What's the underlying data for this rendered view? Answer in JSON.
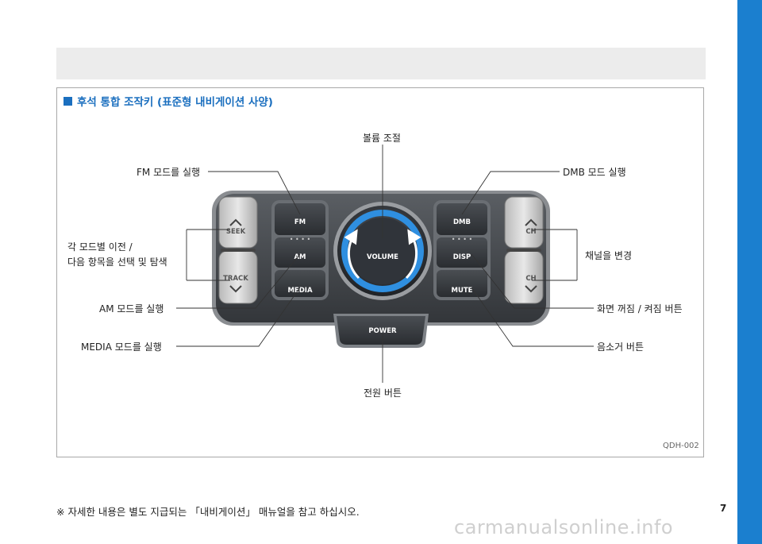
{
  "heading": "후석 통합 조작키 (표준형 내비게이션 사양)",
  "labels": {
    "volume": "볼륨 조절",
    "fm": "FM 모드를 실행",
    "dmb": "DMB 모드 실행",
    "mode_select": "각 모드별 이전 /\n다음 항목을 선택 및 탐색",
    "channel": "채널을 변경",
    "am": "AM 모드를 실행",
    "screen": "화면 꺼짐 / 켜짐 버튼",
    "media": "MEDIA  모드를 실행",
    "mute": "음소거 버튼",
    "power_label": "전원 버튼"
  },
  "buttons": {
    "seek": "SEEK",
    "track": "TRACK",
    "fm": "FM",
    "am": "AM",
    "media": "MEDIA",
    "volume": "VOLUME",
    "dmb": "DMB",
    "disp": "DISP",
    "mute": "MUTE",
    "ch_up": "CH",
    "ch_down": "CH",
    "power": "POWER"
  },
  "figure_code": "QDH-002",
  "footnote": "※ 자세한 내용은 별도 지급되는 「내비게이션」 매뉴얼을 참고 하십시오.",
  "page_number": "7",
  "watermark": "carmanualsonline.info",
  "colors": {
    "accent": "#1b6fbf",
    "side_bar": "#1b7fcf",
    "knob_ring": "#2f8fe0"
  }
}
